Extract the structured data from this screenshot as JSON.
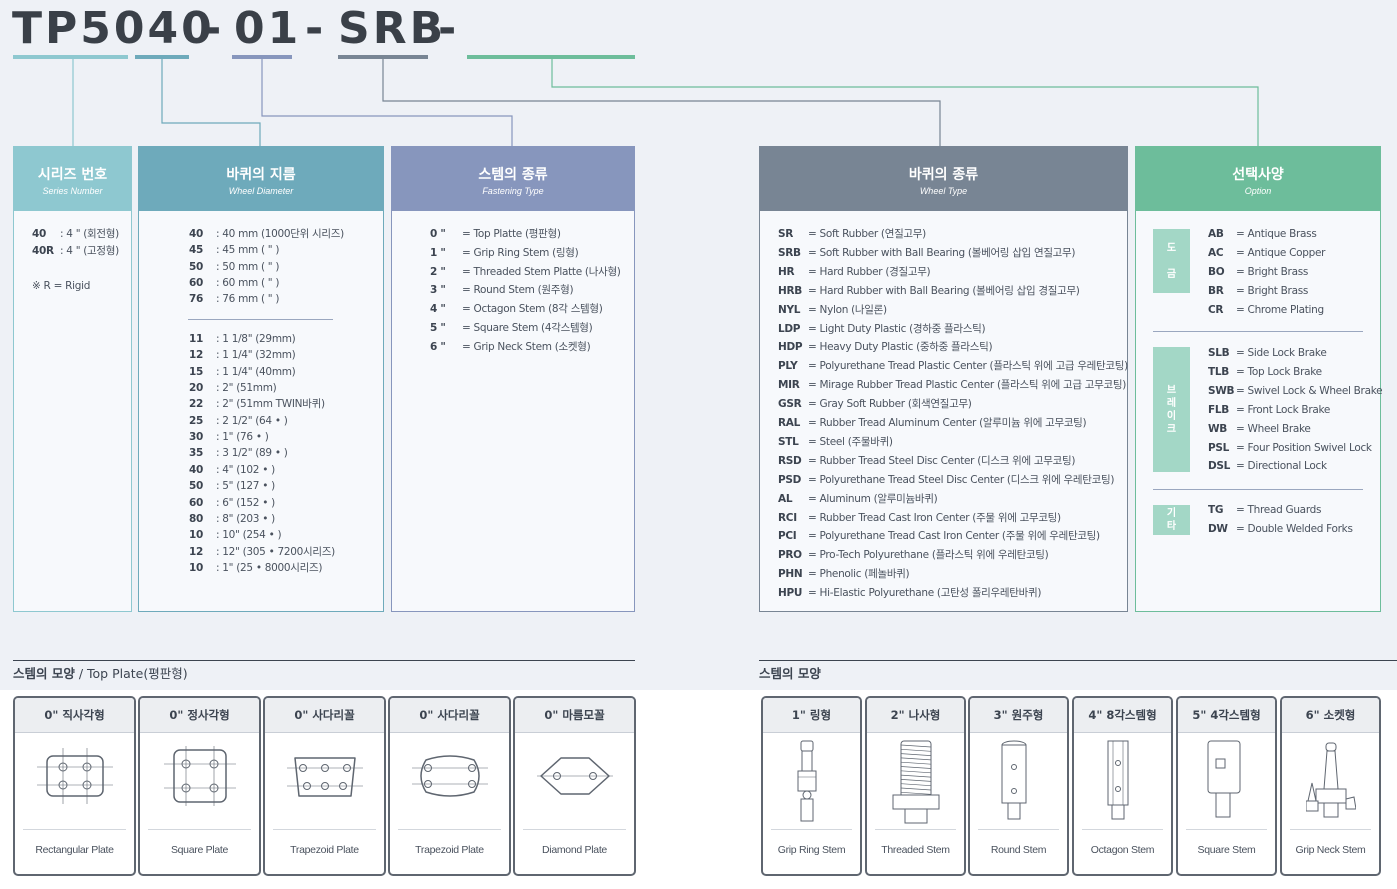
{
  "model_code": {
    "series": "TP5040",
    "sep1": "-",
    "diameter": "01",
    "sep2": "-",
    "wheel": "SRB",
    "sep3": "-"
  },
  "colors": {
    "series": "#8ec8d0",
    "diameter": "#6eaabb",
    "fastening": "#8796bd",
    "wheel_type": "#788594",
    "option": "#6dbd9b"
  },
  "series_panel": {
    "title_kr": "시리즈 번호",
    "title_en": "Series Number",
    "items": [
      {
        "code": "40",
        "desc": ": 4 \" (회전형)"
      },
      {
        "code": "40R",
        "desc": ": 4 \" (고정형)"
      }
    ],
    "note": "※ R = Rigid"
  },
  "diameter_panel": {
    "title_kr": "바퀴의 지름",
    "title_en": "Wheel Diameter",
    "items_mm": [
      {
        "code": "40",
        "desc": ": 40 mm (1000단위 시리즈)"
      },
      {
        "code": "45",
        "desc": ": 45 mm (          \"          )"
      },
      {
        "code": "50",
        "desc": ": 50 mm (          \"          )"
      },
      {
        "code": "60",
        "desc": ": 60 mm (          \"          )"
      },
      {
        "code": "76",
        "desc": ": 76 mm (          \"          )"
      }
    ],
    "items_inch": [
      {
        "code": "11",
        "desc": ": 1 1/8\" (29mm)"
      },
      {
        "code": "12",
        "desc": ": 1 1/4\" (32mm)"
      },
      {
        "code": "15",
        "desc": ": 1 1/4\" (40mm)"
      },
      {
        "code": "20",
        "desc": ": 2\" (51mm)"
      },
      {
        "code": "22",
        "desc": ": 2\" (51mm TWIN바퀴)"
      },
      {
        "code": "25",
        "desc": ": 2 1/2\" (64 • )"
      },
      {
        "code": "30",
        "desc": ": 1\"        (76 • )"
      },
      {
        "code": "35",
        "desc": ": 3 1/2\" (89 • )"
      },
      {
        "code": "40",
        "desc": ": 4\"        (102 • )"
      },
      {
        "code": "50",
        "desc": ": 5\"        (127 • )"
      },
      {
        "code": "60",
        "desc": ": 6\"        (152 • )"
      },
      {
        "code": "80",
        "desc": ": 8\"        (203 • )"
      },
      {
        "code": "10",
        "desc": ": 10\"      (254 • )"
      },
      {
        "code": "12",
        "desc": ": 12\"      (305 • 7200시리즈)"
      },
      {
        "code": "10",
        "desc": ": 1\"        (25 • 8000시리즈)"
      }
    ]
  },
  "fastening_panel": {
    "title_kr": "스템의 종류",
    "title_en": "Fastening Type",
    "items": [
      {
        "code": "0 \"",
        "desc": "=  Top Platte (평판형)"
      },
      {
        "code": "1 \"",
        "desc": "=  Grip Ring Stem (링형)"
      },
      {
        "code": "2 \"",
        "desc": "=  Threaded Stem Platte (나사형)"
      },
      {
        "code": "3 \"",
        "desc": "=  Round Stem (원주형)"
      },
      {
        "code": "4 \"",
        "desc": "=  Octagon Stem (8각 스템형)"
      },
      {
        "code": "5 \"",
        "desc": "=  Square Stem (4각스템형)"
      },
      {
        "code": "6 \"",
        "desc": "=  Grip Neck Stem (소켓형)"
      }
    ]
  },
  "wheel_panel": {
    "title_kr": "바퀴의 종류",
    "title_en": "Wheel Type",
    "items": [
      {
        "code": "SR",
        "desc": "=  Soft Rubber (연질고무)"
      },
      {
        "code": "SRB",
        "desc": "=  Soft Rubber with Ball Bearing (볼베어링 삽입 연질고무)"
      },
      {
        "code": "HR",
        "desc": "=  Hard Rubber (경질고무)"
      },
      {
        "code": "HRB",
        "desc": "=  Hard Rubber with Ball Bearing (볼베어링 삽입 경질고무)"
      },
      {
        "code": "NYL",
        "desc": "=  Nylon (나일론)"
      },
      {
        "code": "LDP",
        "desc": "=  Light Duty Plastic (경하중 플라스틱)"
      },
      {
        "code": "HDP",
        "desc": "=  Heavy Duty Plastic (중하중 플라스틱)"
      },
      {
        "code": "PLY",
        "desc": "=  Polyurethane Tread Plastic Center (플라스틱 위에 고급 우레탄코팅)"
      },
      {
        "code": "MIR",
        "desc": "=  Mirage Rubber Tread Plastic Center (플라스틱 위에 고급 고무코팅)"
      },
      {
        "code": "GSR",
        "desc": "=  Gray Soft Rubber (회색연질고무)"
      },
      {
        "code": "RAL",
        "desc": "=  Rubber Tread Aluminum Center (알루미늄 위에 고무코팅)"
      },
      {
        "code": "STL",
        "desc": "=  Steel (주물바퀴)"
      },
      {
        "code": "RSD",
        "desc": "=  Rubber Tread Steel Disc Center (디스크 위에 고무코팅)"
      },
      {
        "code": "PSD",
        "desc": "=  Polyurethane Tread Steel Disc Center (디스크 위에 우레탄코팅)"
      },
      {
        "code": "AL",
        "desc": "=  Aluminum (알루미늄바퀴)"
      },
      {
        "code": "RCI",
        "desc": "=  Rubber Tread Cast Iron Center (주물 위에 고무코팅)"
      },
      {
        "code": "PCI",
        "desc": "=  Polyurethane Tread Cast Iron Center (주물 위에 우레탄코팅)"
      },
      {
        "code": "PRO",
        "desc": "=  Pro-Tech Polyurethane (플라스틱 위에 우레탄코팅)"
      },
      {
        "code": "PHN",
        "desc": "=  Phenolic (페놀바퀴)"
      },
      {
        "code": "HPU",
        "desc": "=  Hi-Elastic Polyurethane (고탄성 폴리우레탄바퀴)"
      }
    ]
  },
  "option_panel": {
    "title_kr": "선택사양",
    "title_en": "Option",
    "groups": [
      {
        "tag": "도\n\n금",
        "items": [
          {
            "code": "AB",
            "desc": "=  Antique Brass"
          },
          {
            "code": "AC",
            "desc": "=  Antique Copper"
          },
          {
            "code": "BO",
            "desc": "=  Bright Brass"
          },
          {
            "code": "BR",
            "desc": "=  Bright Brass"
          },
          {
            "code": "CR",
            "desc": "=  Chrome Plating"
          }
        ]
      },
      {
        "tag": "브\n레\n이\n크",
        "items": [
          {
            "code": "SLB",
            "desc": "=  Side Lock Brake"
          },
          {
            "code": "TLB",
            "desc": "=  Top Lock Brake"
          },
          {
            "code": "SWB",
            "desc": "=  Swivel Lock & Wheel Brake"
          },
          {
            "code": "FLB",
            "desc": "=  Front Lock Brake"
          },
          {
            "code": "WB",
            "desc": "=  Wheel Brake"
          },
          {
            "code": "PSL",
            "desc": "=  Four Position Swivel Lock"
          },
          {
            "code": "DSL",
            "desc": "=  Directional Lock"
          }
        ]
      },
      {
        "tag": "기\n타",
        "items": [
          {
            "code": "TG",
            "desc": "=  Thread Guards"
          },
          {
            "code": "DW",
            "desc": "=  Double  Welded Forks"
          }
        ]
      }
    ]
  },
  "plate_section": {
    "title_bold": "스템의 모양",
    "title_rest": " / Top Plate(평판형)",
    "cards": [
      {
        "head": "0\" 직사각형",
        "caption": "Rectangular Plate",
        "shape": "rectangular"
      },
      {
        "head": "0\" 정사각형",
        "caption": "Square Plate",
        "shape": "square"
      },
      {
        "head": "0\" 사다리꼴",
        "caption": "Trapezoid Plate",
        "shape": "trapezoid-a"
      },
      {
        "head": "0\" 사다리꼴",
        "caption": "Trapezoid Plate",
        "shape": "trapezoid-b"
      },
      {
        "head": "0\" 마름모꼴",
        "caption": "Diamond Plate",
        "shape": "diamond"
      }
    ]
  },
  "stem_section": {
    "title_bold": "스템의 모양",
    "cards": [
      {
        "head": "1\" 링형",
        "caption": "Grip Ring Stem",
        "shape": "grip-ring"
      },
      {
        "head": "2\" 나사형",
        "caption": "Threaded Stem",
        "shape": "threaded"
      },
      {
        "head": "3\" 원주형",
        "caption": "Round Stem",
        "shape": "round"
      },
      {
        "head": "4\" 8각스템형",
        "caption": "Octagon Stem",
        "shape": "octagon"
      },
      {
        "head": "5\" 4각스템형",
        "caption": "Square Stem",
        "shape": "square-stem"
      },
      {
        "head": "6\" 소켓형",
        "caption": "Grip Neck Stem",
        "shape": "grip-neck"
      }
    ]
  }
}
